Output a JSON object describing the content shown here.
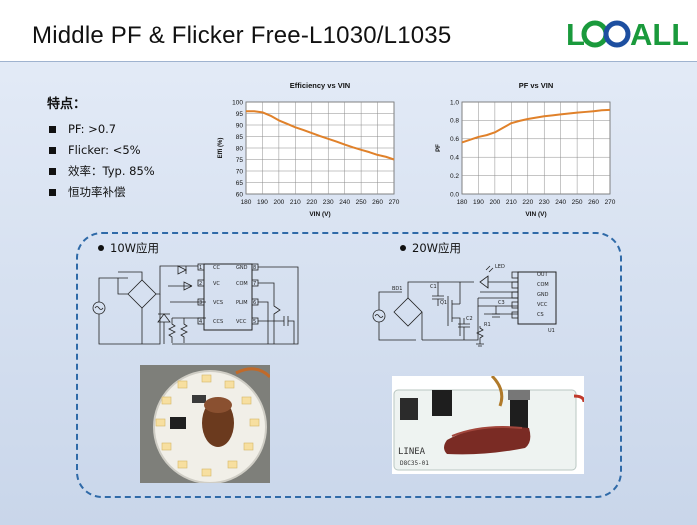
{
  "header": {
    "title": "Middle PF & Flicker Free-L1030/L1035",
    "logo_text": "LOOALL",
    "logo_color": "#1a9a3c",
    "logo_accent": "#1d4fa0"
  },
  "features": {
    "title": "特点：",
    "items": [
      "PF: >0.7",
      "Flicker: <5%",
      "效率：Typ. 85%",
      "恒功率补偿"
    ]
  },
  "colors": {
    "curve": "#e0812a",
    "panel_border": "#2f6aa8"
  },
  "chart_data": [
    {
      "type": "line",
      "title": "Efficiency  vs VIN",
      "xlabel": "VIN (V)",
      "ylabel": "Effi (%)",
      "xlim": [
        180,
        270
      ],
      "ylim": [
        60,
        100
      ],
      "xticks": [
        180,
        190,
        200,
        210,
        220,
        230,
        240,
        250,
        260,
        270
      ],
      "yticks": [
        60,
        65,
        70,
        75,
        80,
        85,
        90,
        95,
        100
      ],
      "grid": true,
      "series": [
        {
          "x": [
            180,
            185,
            190,
            195,
            200,
            205,
            210,
            215,
            220,
            225,
            230,
            235,
            240,
            245,
            250,
            255,
            260,
            265,
            270
          ],
          "y": [
            96,
            96,
            95.5,
            94,
            92,
            90.5,
            89,
            87.8,
            86.5,
            85.2,
            84,
            82.8,
            81.5,
            80.3,
            79.2,
            78.2,
            77,
            76.2,
            75
          ]
        }
      ]
    },
    {
      "type": "line",
      "title": "PF vs VIN",
      "xlabel": "VIN (V)",
      "ylabel": "PF",
      "xlim": [
        180,
        270
      ],
      "ylim": [
        0.0,
        1.0
      ],
      "xticks": [
        180,
        190,
        200,
        210,
        220,
        230,
        240,
        250,
        260,
        270
      ],
      "yticks": [
        "0.0",
        "0.2",
        "0.4",
        "0.6",
        "0.8",
        "1.0"
      ],
      "grid": true,
      "series": [
        {
          "x": [
            180,
            185,
            190,
            195,
            200,
            205,
            210,
            215,
            220,
            225,
            230,
            235,
            240,
            245,
            250,
            255,
            260,
            265,
            270
          ],
          "y": [
            0.56,
            0.59,
            0.62,
            0.64,
            0.67,
            0.72,
            0.77,
            0.795,
            0.815,
            0.83,
            0.845,
            0.855,
            0.865,
            0.875,
            0.885,
            0.892,
            0.9,
            0.91,
            0.915
          ]
        }
      ]
    }
  ],
  "app10w": {
    "label": "10W应用",
    "pins_left": [
      "CC",
      "VC",
      "VCS",
      "CCS"
    ],
    "pins_left_num": [
      "1",
      "2",
      "3",
      "4"
    ],
    "pins_right": [
      "GND",
      "COM",
      "PLIM",
      "VCC"
    ],
    "pins_right_num": [
      "8",
      "7",
      "6",
      "5"
    ]
  },
  "app20w": {
    "label": "20W应用",
    "pins": [
      "OUT",
      "COM",
      "GND",
      "VCC",
      "CS"
    ],
    "labels": {
      "led": "LED",
      "bd": "BD1",
      "c1": "C1",
      "q1": "Q1",
      "c2": "C2",
      "c3": "C3",
      "r1": "R1",
      "u1": "U1"
    },
    "board_text": [
      "LINEA",
      "D8C35-01"
    ]
  }
}
